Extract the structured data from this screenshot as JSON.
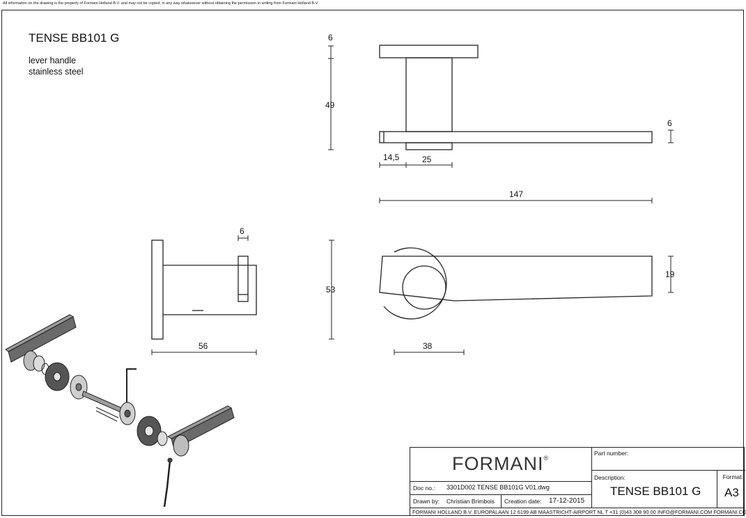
{
  "disclaimer": "All information on the drawing is the property of Formani Holland B.V. and may not be copied, in any way whatsoever without obtaining the permission in writing from Formani Holland B.V",
  "product": {
    "title": "TENSE BB101 G",
    "line1": "lever handle",
    "line2": "stainless steel"
  },
  "dimensions": {
    "rose_thickness": "6",
    "height": "49",
    "lever_thickness": "6",
    "offset": "14,5",
    "neck_width": "25",
    "length": "147",
    "side_width": "6",
    "rose_diameter": "53",
    "lever_width": "19",
    "projection": "56",
    "inner_diameter": "38"
  },
  "title_block": {
    "logo": "FORMANI",
    "logo_mark": "®",
    "part_number_label": "Part number:",
    "description_label": "Description:",
    "description": "TENSE BB101 G",
    "format_label": "Format:",
    "format": "A3",
    "doc_no_label": "Doc no.:",
    "doc_no": "3301D002 TENSE BB101G V01.dwg",
    "drawn_by_label": "Drawn by:",
    "drawn_by": "Christian Brimbois",
    "creation_date_label": "Creation date:",
    "creation_date": "17-12-2015",
    "footer": "FORMANI HOLLAND B.V.  EUROPALAAN 12  6199 AB MAASTRICHT-AIRPORT NL  T +31 (0)43 308 90 00 INFO@FORMANI.COM FORMANI.COM"
  }
}
